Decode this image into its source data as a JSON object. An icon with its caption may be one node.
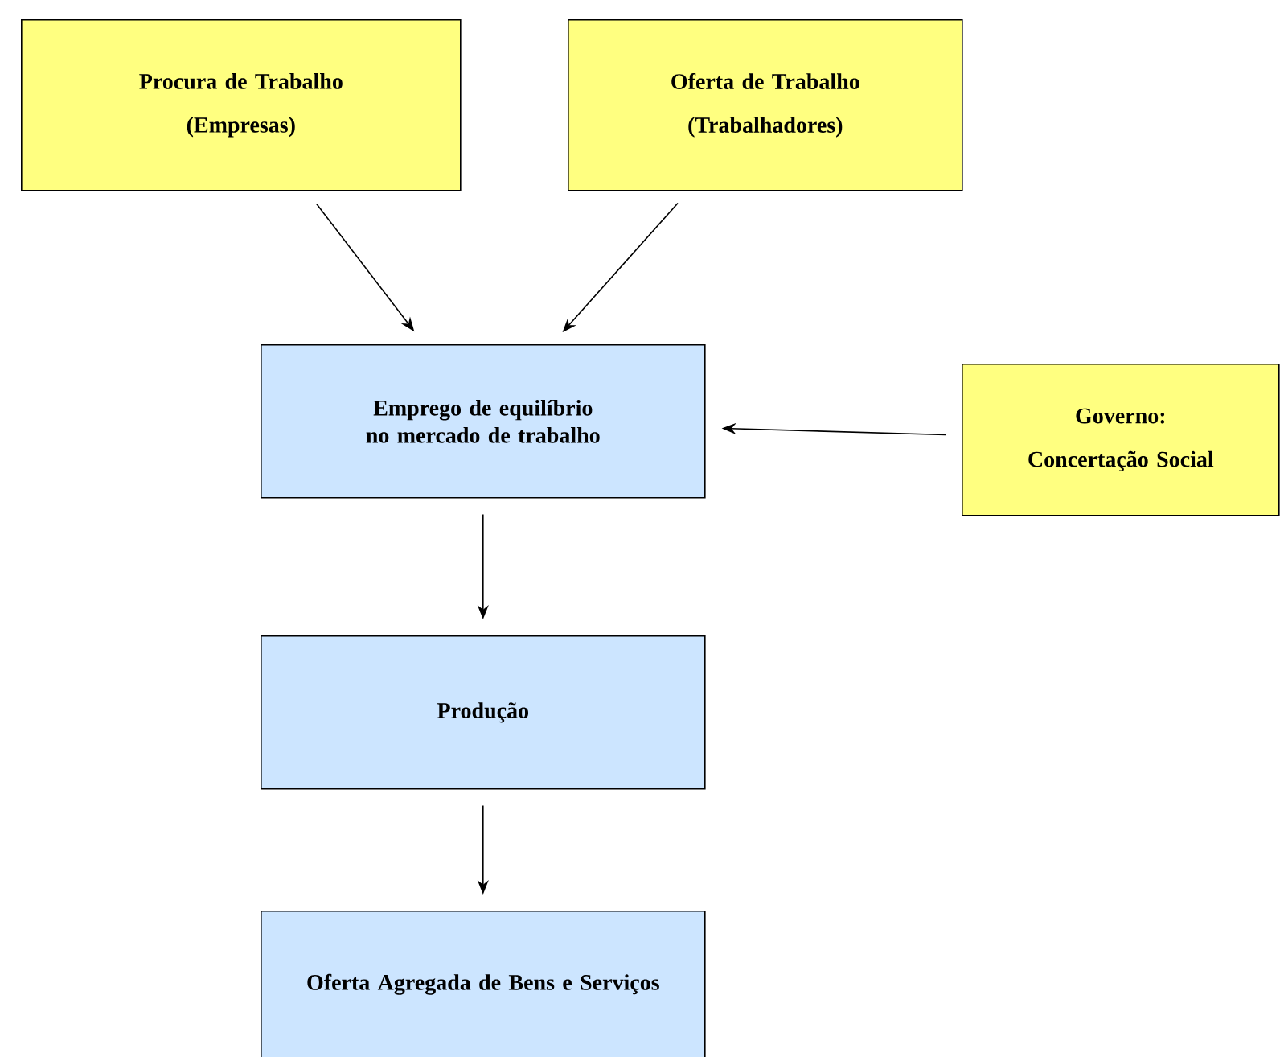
{
  "diagram": {
    "nodes": [
      {
        "text": [
          "Procura  de Trabalho",
          "(Empresas)"
        ]
      },
      {
        "text": [
          "Oferta  de Trabalho",
          "(Trabalhadores)"
        ]
      },
      {
        "text": [
          "Emprego de equilíbrio no mercado de trabalho"
        ]
      },
      {
        "text": [
          "Governo:",
          "Concertação Social"
        ]
      },
      {
        "text": [
          "Produção"
        ]
      },
      {
        "text": [
          "Oferta Agregada de Bens e Serviços"
        ]
      }
    ],
    "edges": [
      {
        "from": 0,
        "to": 2,
        "arrow": "to"
      },
      {
        "from": 1,
        "to": 2,
        "arrow": "to"
      },
      {
        "from": 3,
        "to": 2,
        "arrow": "to"
      },
      {
        "from": 2,
        "to": 4,
        "arrow": "to"
      },
      {
        "from": 4,
        "to": 5,
        "arrow": "to"
      }
    ]
  }
}
